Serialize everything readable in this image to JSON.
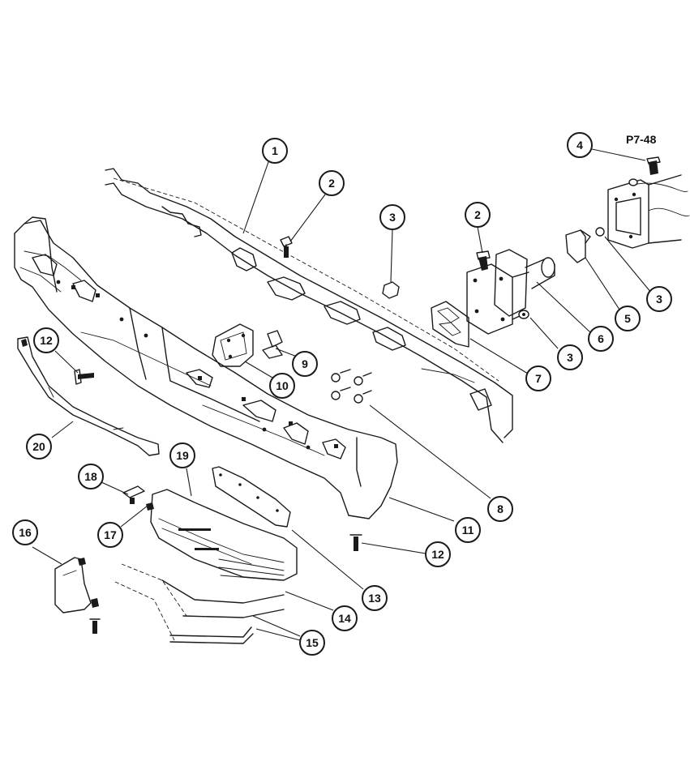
{
  "figure": {
    "reference": "P7-48"
  },
  "callouts": [
    {
      "id": "c1",
      "label": "1"
    },
    {
      "id": "c2a",
      "label": "2"
    },
    {
      "id": "c3a",
      "label": "3"
    },
    {
      "id": "c2b",
      "label": "2"
    },
    {
      "id": "c4",
      "label": "4"
    },
    {
      "id": "c3b",
      "label": "3"
    },
    {
      "id": "c5",
      "label": "5"
    },
    {
      "id": "c6",
      "label": "6"
    },
    {
      "id": "c3c",
      "label": "3"
    },
    {
      "id": "c7",
      "label": "7"
    },
    {
      "id": "c9",
      "label": "9"
    },
    {
      "id": "c10",
      "label": "10"
    },
    {
      "id": "c12a",
      "label": "12"
    },
    {
      "id": "c20",
      "label": "20"
    },
    {
      "id": "c8",
      "label": "8"
    },
    {
      "id": "c11",
      "label": "11"
    },
    {
      "id": "c19",
      "label": "19"
    },
    {
      "id": "c18",
      "label": "18"
    },
    {
      "id": "c17",
      "label": "17"
    },
    {
      "id": "c16",
      "label": "16"
    },
    {
      "id": "c12b",
      "label": "12"
    },
    {
      "id": "c13",
      "label": "13"
    },
    {
      "id": "c14",
      "label": "14"
    },
    {
      "id": "c15",
      "label": "15"
    }
  ]
}
